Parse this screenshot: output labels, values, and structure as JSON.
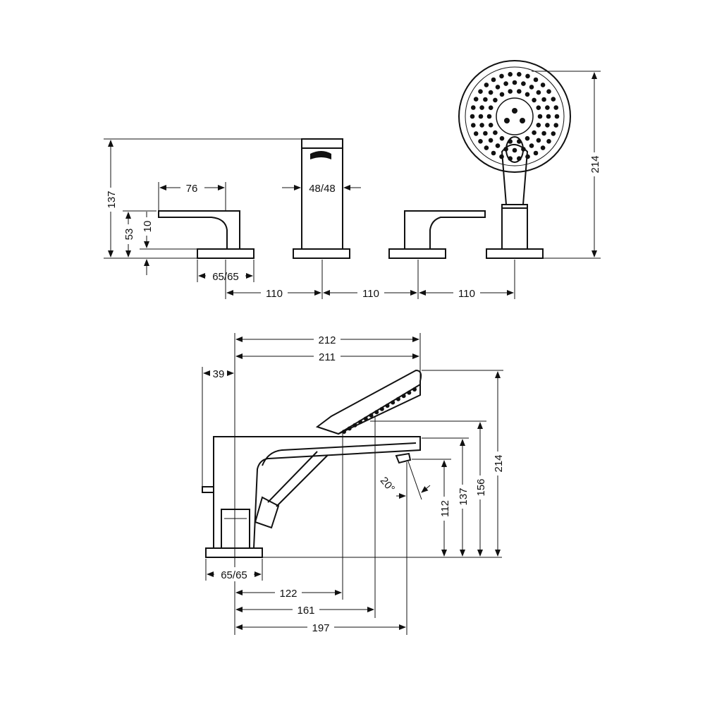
{
  "colors": {
    "line": "#111111",
    "background": "#ffffff"
  },
  "front_view": {
    "height_overall": "137",
    "height_handle": "53",
    "height_rosette": "10",
    "handle_length": "76",
    "rosette_size": "65/65",
    "spout_size": "48/48",
    "spacing_1": "110",
    "spacing_2": "110",
    "spacing_3": "110",
    "hand_shower_height": "214"
  },
  "side_view": {
    "width_212": "212",
    "width_211": "211",
    "offset_39": "39",
    "rosette_size": "65/65",
    "reach_122": "122",
    "reach_161": "161",
    "reach_197": "197",
    "height_112": "112",
    "height_137": "137",
    "height_156": "156",
    "height_214": "214",
    "angle": "20°"
  }
}
